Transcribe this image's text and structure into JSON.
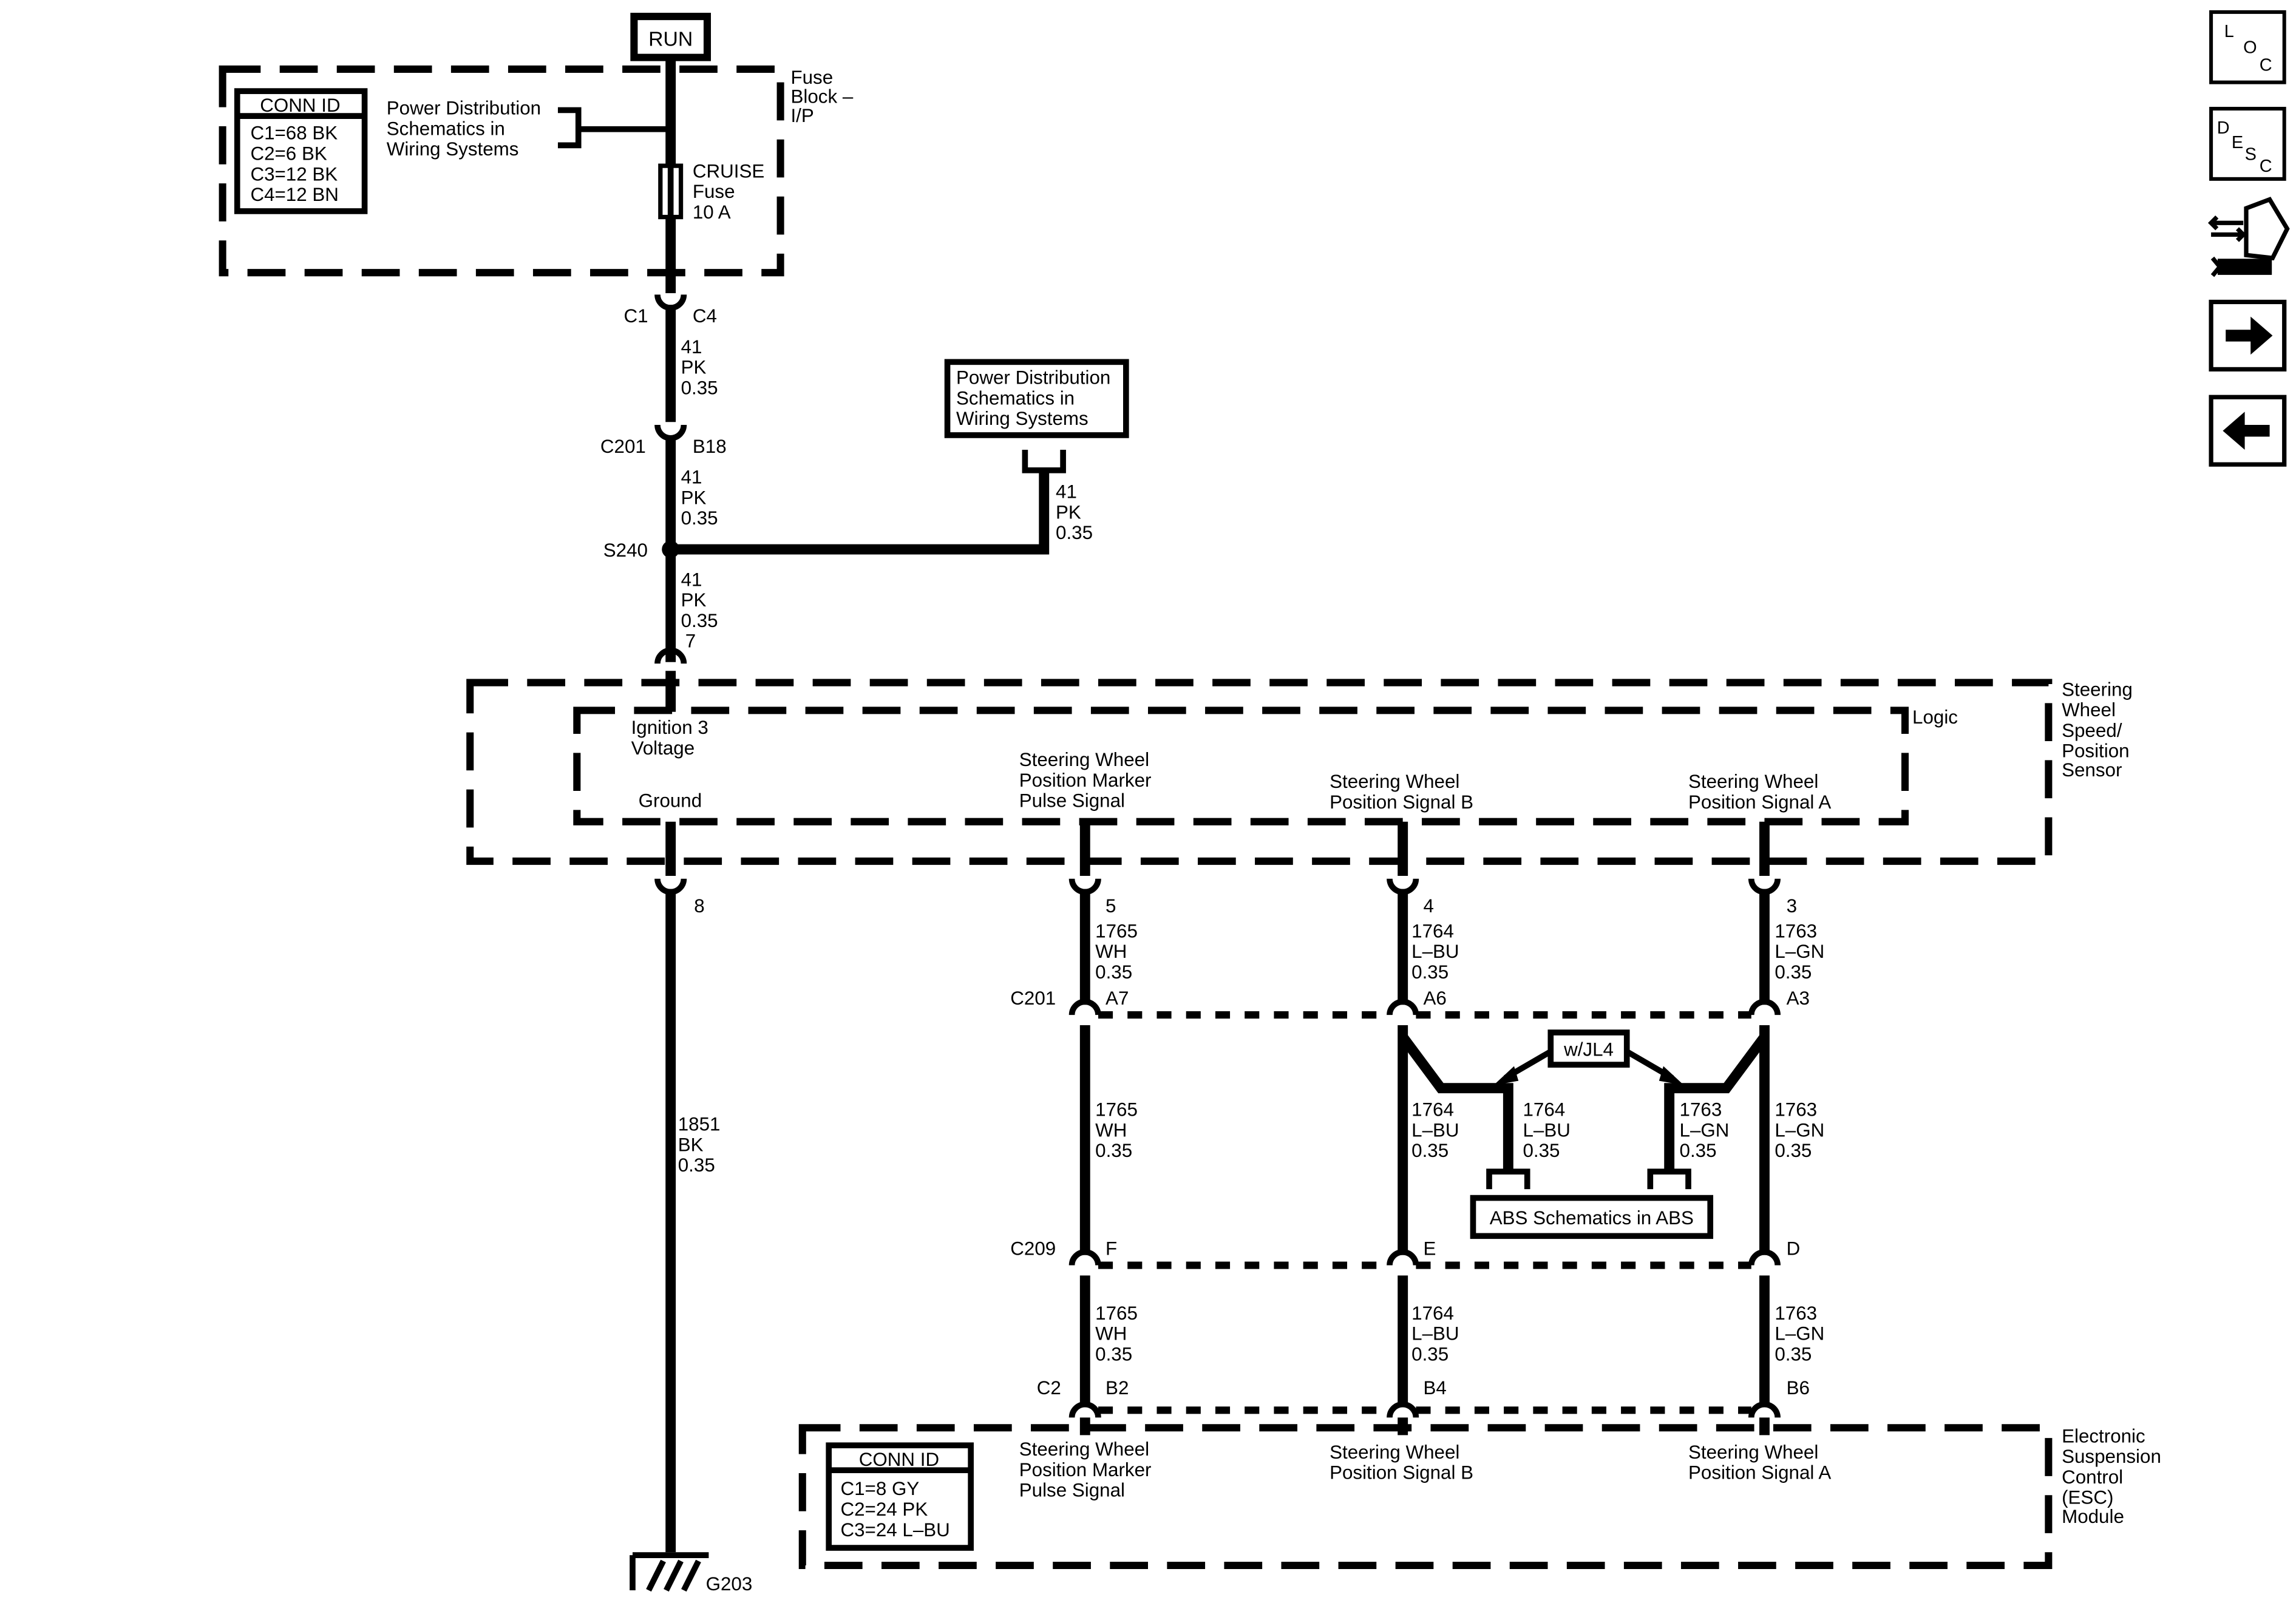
{
  "power": {
    "run_label": "RUN",
    "fuse_block_label": [
      "Fuse",
      "Block –",
      "I/P"
    ],
    "power_dist_ref": [
      "Power Distribution",
      "Schematics in",
      "Wiring Systems"
    ],
    "fuse_label": [
      "CRUISE",
      "Fuse",
      "10 A"
    ],
    "conn_id_title": "CONN ID",
    "conn_ids": [
      "C1=68 BK",
      "C2=6 BK",
      "C3=12 BK",
      "C4=12 BN"
    ]
  },
  "connectors": {
    "c1": "C1",
    "c4": "C4",
    "c201": "C201",
    "b18": "B18",
    "s240": "S240",
    "pin7": "7",
    "pin8": "8",
    "pin5": "5",
    "pin4": "4",
    "pin3": "3",
    "c201b": "C201",
    "a7": "A7",
    "a6": "A6",
    "a3": "A3",
    "c209": "C209",
    "f": "F",
    "e": "E",
    "d": "D",
    "c2": "C2",
    "b2": "B2",
    "b4": "B4",
    "b6": "B6",
    "g203": "G203"
  },
  "wires": {
    "w1": [
      "41",
      "PK",
      "0.35"
    ],
    "w2": [
      "41",
      "PK",
      "0.35"
    ],
    "w3": [
      "41",
      "PK",
      "0.35"
    ],
    "w_branch": [
      "41",
      "PK",
      "0.35"
    ],
    "ground": [
      "1851",
      "BK",
      "0.35"
    ],
    "wh_1": [
      "1765",
      "WH",
      "0.35"
    ],
    "bu_1": [
      "1764",
      "L–BU",
      "0.35"
    ],
    "gn_1": [
      "1763",
      "L–GN",
      "0.35"
    ],
    "wh_2": [
      "1765",
      "WH",
      "0.35"
    ],
    "bu_2": [
      "1764",
      "L–BU",
      "0.35"
    ],
    "bu_abs": [
      "1764",
      "L–BU",
      "0.35"
    ],
    "gn_abs": [
      "1763",
      "L–GN",
      "0.35"
    ],
    "gn_2": [
      "1763",
      "L–GN",
      "0.35"
    ],
    "wh_3": [
      "1765",
      "WH",
      "0.35"
    ],
    "bu_3": [
      "1764",
      "L–BU",
      "0.35"
    ],
    "gn_3": [
      "1763",
      "L–GN",
      "0.35"
    ]
  },
  "power_dist_box": [
    "Power Distribution",
    "Schematics in",
    "Wiring Systems"
  ],
  "sensor": {
    "name": [
      "Steering",
      "Wheel",
      "Speed/",
      "Position",
      "Sensor"
    ],
    "logic": "Logic",
    "ignition": [
      "Ignition 3",
      "Voltage"
    ],
    "ground": "Ground",
    "marker": [
      "Steering Wheel",
      "Position Marker",
      "Pulse Signal"
    ],
    "pos_b": [
      "Steering Wheel",
      "Position Signal B"
    ],
    "pos_a": [
      "Steering Wheel",
      "Position Signal A"
    ]
  },
  "option_label": "w/JL4",
  "abs_box": "ABS Schematics in ABS",
  "esc": {
    "name": [
      "Electronic",
      "Suspension",
      "Control",
      "(ESC)",
      "Module"
    ],
    "conn_id_title": "CONN ID",
    "conn_ids": [
      "C1=8 GY",
      "C2=24 PK",
      "C3=24 L–BU"
    ],
    "marker": [
      "Steering Wheel",
      "Position Marker",
      "Pulse Signal"
    ],
    "pos_b": [
      "Steering Wheel",
      "Position Signal B"
    ],
    "pos_a": [
      "Steering Wheel",
      "Position Signal A"
    ]
  },
  "nav": {
    "loc": [
      "L",
      "O",
      "C"
    ],
    "desc": [
      "D",
      "E",
      "S",
      "C"
    ]
  }
}
